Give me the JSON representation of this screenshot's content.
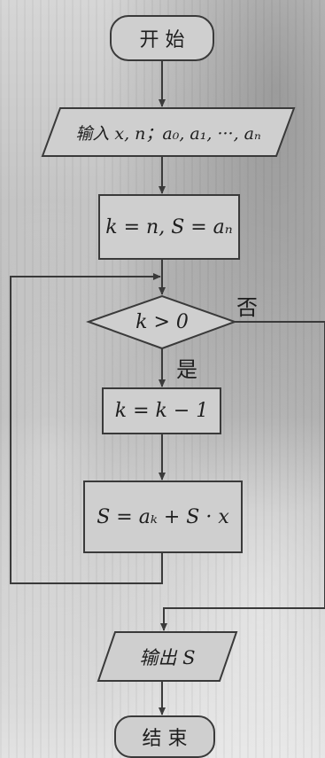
{
  "flowchart": {
    "start": "开 始",
    "input": "输入 x, n；a₀, a₁, ···, aₙ",
    "init": "k = n, S = aₙ",
    "condition": "k > 0",
    "yes_label": "是",
    "no_label": "否",
    "decrement": "k = k − 1",
    "update": "S = aₖ + S · x",
    "output": "输出 S",
    "end": "结 束"
  }
}
